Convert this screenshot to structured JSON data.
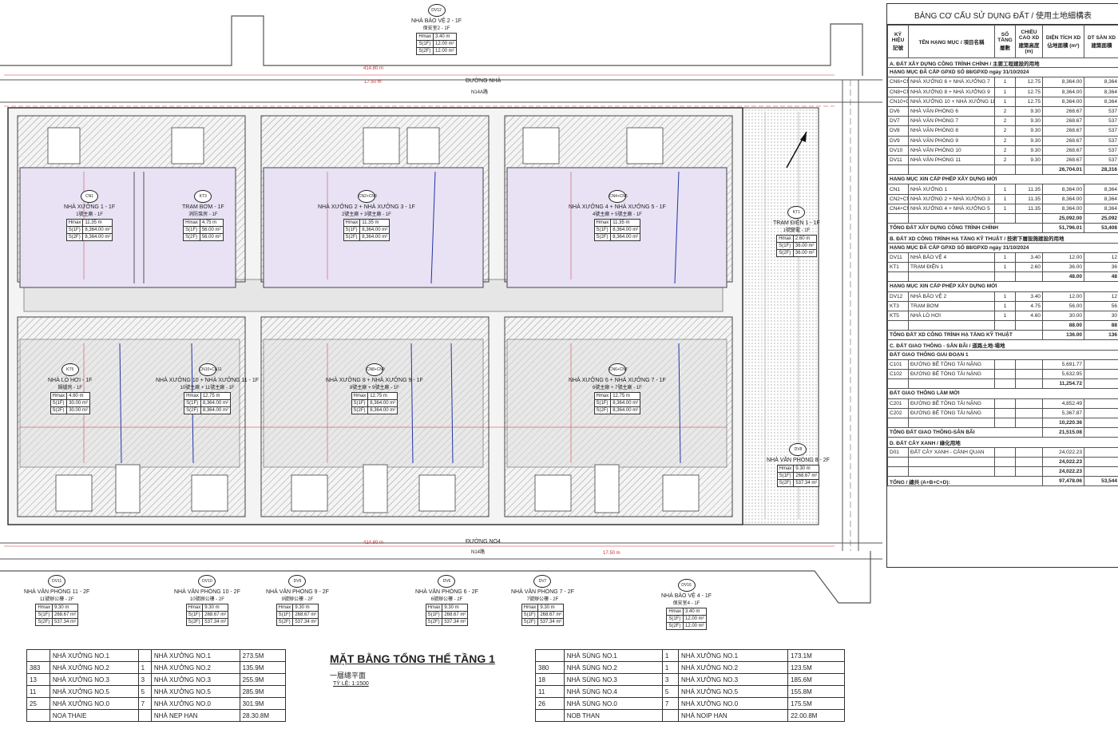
{
  "plan": {
    "title": "MẶT BẰNG TỔNG THỂ TẦNG 1",
    "subtitle": "一層總平面",
    "scale": "TỶ LỆ: 1:1500",
    "road_top": "ĐƯỜNG NHÀ",
    "road_top_sub": "N14A路",
    "road_bottom": "ĐƯỜNG NO4",
    "road_bottom_sub": "N14路",
    "dim_total_top": "414.80 m",
    "dim_total_bottom": "414.80 m",
    "dim_gate_top": "17.50 m",
    "dim_gate_bottom": "17.50 m"
  },
  "buildings": [
    {
      "tag": "CN1",
      "name": "NHÀ XƯỞNG 1 - 1F",
      "sub": "1號主廠 - 1F",
      "rows": [
        [
          "Hmax",
          "11.35 m"
        ],
        [
          "S(1F)",
          "8,364.00 m²"
        ],
        [
          "S(2F)",
          "8,364.00 m²"
        ]
      ]
    },
    {
      "tag": "KT3",
      "name": "TRẠM BƠM - 1F",
      "sub": "消防泵房 - 1F",
      "rows": [
        [
          "Hmax",
          "4.75 m"
        ],
        [
          "S(1F)",
          "56.00 m²"
        ],
        [
          "S(2F)",
          "56.00 m²"
        ]
      ]
    },
    {
      "tag": "CN2+CN3",
      "name": "NHÀ XƯỞNG 2 + NHÀ XƯỞNG 3 - 1F",
      "sub": "2號主廠 + 3號主廠 - 1F",
      "rows": [
        [
          "Hmax",
          "11.35 m"
        ],
        [
          "S(1F)",
          "8,364.00 m²"
        ],
        [
          "S(2F)",
          "8,364.00 m²"
        ]
      ]
    },
    {
      "tag": "CN4+CN5",
      "name": "NHÀ XƯỞNG 4 + NHÀ XƯỞNG 5 - 1F",
      "sub": "4號主廠 + 5號主廠 - 1F",
      "rows": [
        [
          "Hmax",
          "11.35 m"
        ],
        [
          "S(1F)",
          "8,364.00 m²"
        ],
        [
          "S(2F)",
          "8,364.00 m²"
        ]
      ]
    },
    {
      "tag": "KT1",
      "name": "TRẠM ĐIỆN 1 - 1F",
      "sub": "1號變電 - 1F",
      "rows": [
        [
          "Hmax",
          "2.60 m"
        ],
        [
          "S(1F)",
          "36.00 m²"
        ],
        [
          "S(2F)",
          "36.00 m²"
        ]
      ]
    },
    {
      "tag": "KT5",
      "name": "NHÀ LÒ HƠI - 1F",
      "sub": "鍋爐房 - 1F",
      "rows": [
        [
          "Hmax",
          "4.60 m"
        ],
        [
          "S(1F)",
          "30.00 m²"
        ],
        [
          "S(2F)",
          "30.00 m²"
        ]
      ]
    },
    {
      "tag": "CN10+CN11",
      "name": "NHÀ XƯỞNG 10 + NHÀ XƯỞNG 11 - 1F",
      "sub": "10號主廠 + 11號主廠 - 1F",
      "rows": [
        [
          "Hmax",
          "12.75 m"
        ],
        [
          "S(1F)",
          "8,364.00 m²"
        ],
        [
          "S(2F)",
          "8,364.00 m²"
        ]
      ]
    },
    {
      "tag": "CN8+CN9",
      "name": "NHÀ XƯỞNG 8 + NHÀ XƯỞNG 9 - 1F",
      "sub": "8號主廠 + 9號主廠 - 1F",
      "rows": [
        [
          "Hmax",
          "12.75 m"
        ],
        [
          "S(1F)",
          "8,364.00 m²"
        ],
        [
          "S(2F)",
          "8,364.00 m²"
        ]
      ]
    },
    {
      "tag": "CN6+CN7",
      "name": "NHÀ XƯỞNG 6 + NHÀ XƯỞNG 7 - 1F",
      "sub": "6號主廠 + 7號主廠 - 1F",
      "rows": [
        [
          "Hmax",
          "12.75 m"
        ],
        [
          "S(1F)",
          "8,364.00 m²"
        ],
        [
          "S(2F)",
          "8,364.00 m²"
        ]
      ]
    },
    {
      "tag": "DV8",
      "name": "NHÀ VĂN PHÒNG 8 - 2F",
      "sub": "",
      "rows": [
        [
          "Hmax",
          "9.30 m"
        ],
        [
          "S(1F)",
          "268.67 m²"
        ],
        [
          "S(2F)",
          "537.34 m²"
        ]
      ]
    }
  ],
  "offices": [
    {
      "tag": "DV12",
      "name": "NHÀ BẢO VỆ 2 - 1F",
      "sub": "保安室2 - 1F",
      "rows": [
        [
          "Hmax",
          "3.40 m"
        ],
        [
          "S(1F)",
          "12.00 m²"
        ],
        [
          "S(2F)",
          "12.00 m²"
        ]
      ]
    },
    {
      "tag": "DV11",
      "name": "NHÀ VĂN PHÒNG 11 - 2F",
      "sub": "11號辦公樓 - 2F",
      "rows": [
        [
          "Hmax",
          "9.30 m"
        ],
        [
          "S(1F)",
          "268.67 m²"
        ],
        [
          "S(2F)",
          "537.34 m²"
        ]
      ]
    },
    {
      "tag": "DV10",
      "name": "NHÀ VĂN PHÒNG 10 - 2F",
      "sub": "10號辦公樓 - 2F",
      "rows": [
        [
          "Hmax",
          "9.30 m"
        ],
        [
          "S(1F)",
          "268.67 m²"
        ],
        [
          "S(2F)",
          "537.34 m²"
        ]
      ]
    },
    {
      "tag": "DV9",
      "name": "NHÀ VĂN PHÒNG 9 - 2F",
      "sub": "9號辦公樓 - 2F",
      "rows": [
        [
          "Hmax",
          "9.30 m"
        ],
        [
          "S(1F)",
          "268.67 m²"
        ],
        [
          "S(2F)",
          "537.34 m²"
        ]
      ]
    },
    {
      "tag": "DV6",
      "name": "NHÀ VĂN PHÒNG 6 - 2F",
      "sub": "6號辦公樓 - 2F",
      "rows": [
        [
          "Hmax",
          "9.30 m"
        ],
        [
          "S(1F)",
          "268.67 m²"
        ],
        [
          "S(2F)",
          "537.34 m²"
        ]
      ]
    },
    {
      "tag": "DV7",
      "name": "NHÀ VĂN PHÒNG 7 - 2F",
      "sub": "7號辦公樓 - 2F",
      "rows": [
        [
          "Hmax",
          "9.30 m"
        ],
        [
          "S(1F)",
          "268.67 m²"
        ],
        [
          "S(2F)",
          "537.34 m²"
        ]
      ]
    },
    {
      "tag": "DV16",
      "name": "NHÀ BẢO VỆ 4 - 1F",
      "sub": "保安室4 - 1F",
      "rows": [
        [
          "Hmax",
          "3.40 m"
        ],
        [
          "S(1F)",
          "12.00 m²"
        ],
        [
          "S(2F)",
          "12.00 m²"
        ]
      ]
    }
  ],
  "legend_left": [
    [
      "",
      "NHÀ XƯỞNG NO.1",
      "",
      "NHÀ XƯỞNG NO.1",
      "273.5M"
    ],
    [
      "383",
      "NHÀ XƯỞNG NO.2",
      "1",
      "NHÀ XƯỞNG NO.2",
      "135.9M"
    ],
    [
      "13",
      "NHÀ XƯỞNG NO.3",
      "3",
      "NHÀ XƯỞNG NO.3",
      "255.9M"
    ],
    [
      "11",
      "NHÀ XƯỞNG NO.5",
      "5",
      "NHÀ XƯỞNG NO.5",
      "285.9M"
    ],
    [
      "25",
      "NHÀ XƯỞNG NO.0",
      "7",
      "NHÀ XƯỞNG NO.0",
      "301.9M"
    ],
    [
      "",
      "NOA THAIE",
      "",
      "NHÀ NEP HAN",
      "28.30.8M"
    ]
  ],
  "legend_right": [
    [
      "",
      "NHÀ SÚNG NO.1",
      "1",
      "NHÀ XƯỞNG NO.1",
      "173.1M"
    ],
    [
      "380",
      "NHÀ SÚNG NO.2",
      "1",
      "NHÀ XƯỞNG NO.2",
      "123.5M"
    ],
    [
      "18",
      "NHÀ SÚNG NO.3",
      "3",
      "NHÀ XƯỞNG NO.3",
      "185.6M"
    ],
    [
      "11",
      "NHÀ SÚNG NO.4",
      "5",
      "NHÀ XƯỞNG NO.5",
      "155.8M"
    ],
    [
      "26",
      "NHÀ SÚNG NO.0",
      "7",
      "NHÀ XƯỞNG NO.0",
      "175.5M"
    ],
    [
      "",
      "NOB THAN",
      "",
      "NHÀ NOIP HAN",
      "22.00.8M"
    ]
  ],
  "land_use": {
    "title": "BẢNG CƠ CẤU SỬ DỤNG ĐẤT / 使用土地細構表",
    "headers": [
      "KÝ HIỆU 記號",
      "TÊN HẠNG MỤC / 項目名稱",
      "SỐ TẦNG 層數",
      "CHIỀU CAO XD 建築高度 (m)",
      "DIỆN TÍCH XD 佔地面積 (m²)",
      "DT SÀN XD 建築面積"
    ],
    "rows": [
      {
        "kind": "sec",
        "cells": [
          "A. ĐẤT XÂY DỰNG CÔNG TRÌNH CHÍNH / 主要工程建設的用地"
        ]
      },
      {
        "kind": "sub",
        "cells": [
          "HẠNG MỤC ĐÃ CẤP GPXD SỐ 88/GPXD ngày 31/10/2024"
        ]
      },
      {
        "kind": "row",
        "cells": [
          "CN6+CN7",
          "NHÀ XƯỞNG 6 + NHÀ XƯỞNG 7",
          "1",
          "12.75",
          "8,364.00",
          "8,364"
        ]
      },
      {
        "kind": "row",
        "cells": [
          "CN8+CN9",
          "NHÀ XƯỞNG 8 + NHÀ XƯỞNG 9",
          "1",
          "12.75",
          "8,364.00",
          "8,364"
        ]
      },
      {
        "kind": "row",
        "cells": [
          "CN10+CN11",
          "NHÀ XƯỞNG 10 + NHÀ XƯỞNG 11",
          "1",
          "12.75",
          "8,364.00",
          "8,364"
        ]
      },
      {
        "kind": "row",
        "cells": [
          "DV6",
          "NHÀ VĂN PHÒNG 6",
          "2",
          "9.30",
          "268.67",
          "537"
        ]
      },
      {
        "kind": "row",
        "cells": [
          "DV7",
          "NHÀ VĂN PHÒNG 7",
          "2",
          "9.30",
          "268.67",
          "537"
        ]
      },
      {
        "kind": "row",
        "cells": [
          "DV8",
          "NHÀ VĂN PHÒNG 8",
          "2",
          "9.30",
          "268.67",
          "537"
        ]
      },
      {
        "kind": "row",
        "cells": [
          "DV9",
          "NHÀ VĂN PHÒNG 9",
          "2",
          "9.30",
          "268.67",
          "537"
        ]
      },
      {
        "kind": "row",
        "cells": [
          "DV10",
          "NHÀ VĂN PHÒNG 10",
          "2",
          "9.30",
          "268.67",
          "537"
        ]
      },
      {
        "kind": "row",
        "cells": [
          "DV11",
          "NHÀ VĂN PHÒNG 11",
          "2",
          "9.30",
          "268.67",
          "537"
        ]
      },
      {
        "kind": "tot",
        "cells": [
          "",
          "",
          "",
          "",
          "26,704.01",
          "28,316"
        ]
      },
      {
        "kind": "sub",
        "cells": [
          "HẠNG MỤC XIN CẤP PHÉP XÂY DỰNG MỚI"
        ]
      },
      {
        "kind": "row",
        "cells": [
          "CN1",
          "NHÀ XƯỞNG 1",
          "1",
          "11.35",
          "8,364.00",
          "8,364"
        ]
      },
      {
        "kind": "row",
        "cells": [
          "CN2+CN3",
          "NHÀ XƯỞNG 2 + NHÀ XƯỞNG 3",
          "1",
          "11.35",
          "8,364.00",
          "8,364"
        ]
      },
      {
        "kind": "row",
        "cells": [
          "CN4+CN5",
          "NHÀ XƯỞNG 4 + NHÀ XƯỞNG 5",
          "1",
          "11.35",
          "8,364.00",
          "8,364"
        ]
      },
      {
        "kind": "tot",
        "cells": [
          "",
          "",
          "",
          "",
          "25,092.00",
          "25,092"
        ]
      },
      {
        "kind": "sec",
        "cells": [
          "TỔNG ĐẤT XÂY DỰNG CÔNG TRÌNH CHÍNH",
          "",
          "",
          "",
          "51,796.01",
          "53,408"
        ]
      },
      {
        "kind": "sec",
        "cells": [
          "B. ĐẤT XD CÔNG TRÌNH HẠ TẦNG KỸ THUẬT / 技術下層設施建設的用地"
        ]
      },
      {
        "kind": "sub",
        "cells": [
          "HẠNG MỤC ĐÃ CẤP GPXD SỐ 88/GPXD ngày 31/10/2024"
        ]
      },
      {
        "kind": "row",
        "cells": [
          "DV11",
          "NHÀ BẢO VỆ 4",
          "1",
          "3.40",
          "12.00",
          "12"
        ]
      },
      {
        "kind": "row",
        "cells": [
          "KT1",
          "TRẠM ĐIỆN 1",
          "1",
          "2.60",
          "36.00",
          "36"
        ]
      },
      {
        "kind": "tot",
        "cells": [
          "",
          "",
          "",
          "",
          "48.00",
          "48"
        ]
      },
      {
        "kind": "sub",
        "cells": [
          "HẠNG MỤC XIN CẤP PHÉP XÂY DỰNG MỚI"
        ]
      },
      {
        "kind": "row",
        "cells": [
          "DV12",
          "NHÀ BẢO VỆ 2",
          "1",
          "3.40",
          "12.00",
          "12"
        ]
      },
      {
        "kind": "row",
        "cells": [
          "KT3",
          "TRẠM BƠM",
          "1",
          "4.75",
          "56.00",
          "56"
        ]
      },
      {
        "kind": "row",
        "cells": [
          "KT5",
          "NHÀ LÒ HƠI",
          "1",
          "4.60",
          "30.00",
          "30"
        ]
      },
      {
        "kind": "tot",
        "cells": [
          "",
          "",
          "",
          "",
          "88.00",
          "88"
        ]
      },
      {
        "kind": "sec",
        "cells": [
          "TỔNG ĐẤT XD CÔNG TRÌNH HẠ TẦNG KỸ THUẬT",
          "",
          "",
          "",
          "136.00",
          "136"
        ]
      },
      {
        "kind": "sec",
        "cells": [
          "C. ĐẤT GIAO THÔNG - SÂN BÃI / 道路土地-場地"
        ]
      },
      {
        "kind": "sub",
        "cells": [
          "ĐẤT GIAO THÔNG GIAI ĐOẠN 1"
        ]
      },
      {
        "kind": "row",
        "cells": [
          "C101",
          "ĐƯỜNG BÊ TÔNG TẢI NẶNG",
          "",
          "",
          "5,691.77",
          ""
        ]
      },
      {
        "kind": "row",
        "cells": [
          "C102",
          "ĐƯỜNG BÊ TÔNG TẢI NẶNG",
          "",
          "",
          "5,632.95",
          ""
        ]
      },
      {
        "kind": "tot",
        "cells": [
          "",
          "",
          "",
          "",
          "11,254.72",
          ""
        ]
      },
      {
        "kind": "sub",
        "cells": [
          "ĐẤT GIAO THÔNG LÀM MỚI"
        ]
      },
      {
        "kind": "row",
        "cells": [
          "C201",
          "ĐƯỜNG BÊ TÔNG TẢI NẶNG",
          "",
          "",
          "4,852.49",
          ""
        ]
      },
      {
        "kind": "row",
        "cells": [
          "C202",
          "ĐƯỜNG BÊ TÔNG TẢI NẶNG",
          "",
          "",
          "5,367.87",
          ""
        ]
      },
      {
        "kind": "tot",
        "cells": [
          "",
          "",
          "",
          "",
          "10,220.36",
          ""
        ]
      },
      {
        "kind": "sec",
        "cells": [
          "TỔNG ĐẤT GIAO THÔNG-SÂN BÃI",
          "",
          "",
          "",
          "21,515.08",
          ""
        ]
      },
      {
        "kind": "sec",
        "cells": [
          "D. ĐẤT CÂY XANH / 綠化用地"
        ]
      },
      {
        "kind": "row",
        "cells": [
          "D01",
          "ĐẤT CÂY XANH - CẢNH QUAN",
          "",
          "",
          "24,022.23",
          ""
        ]
      },
      {
        "kind": "tot",
        "cells": [
          "",
          "",
          "",
          "",
          "24,022.23",
          ""
        ]
      },
      {
        "kind": "tot",
        "cells": [
          "",
          "",
          "",
          "",
          "24,022.23",
          ""
        ]
      },
      {
        "kind": "sec",
        "cells": [
          "TỔNG / 總共 (A+B+C+D):",
          "",
          "",
          "",
          "97,478.06",
          "53,544"
        ]
      }
    ]
  }
}
